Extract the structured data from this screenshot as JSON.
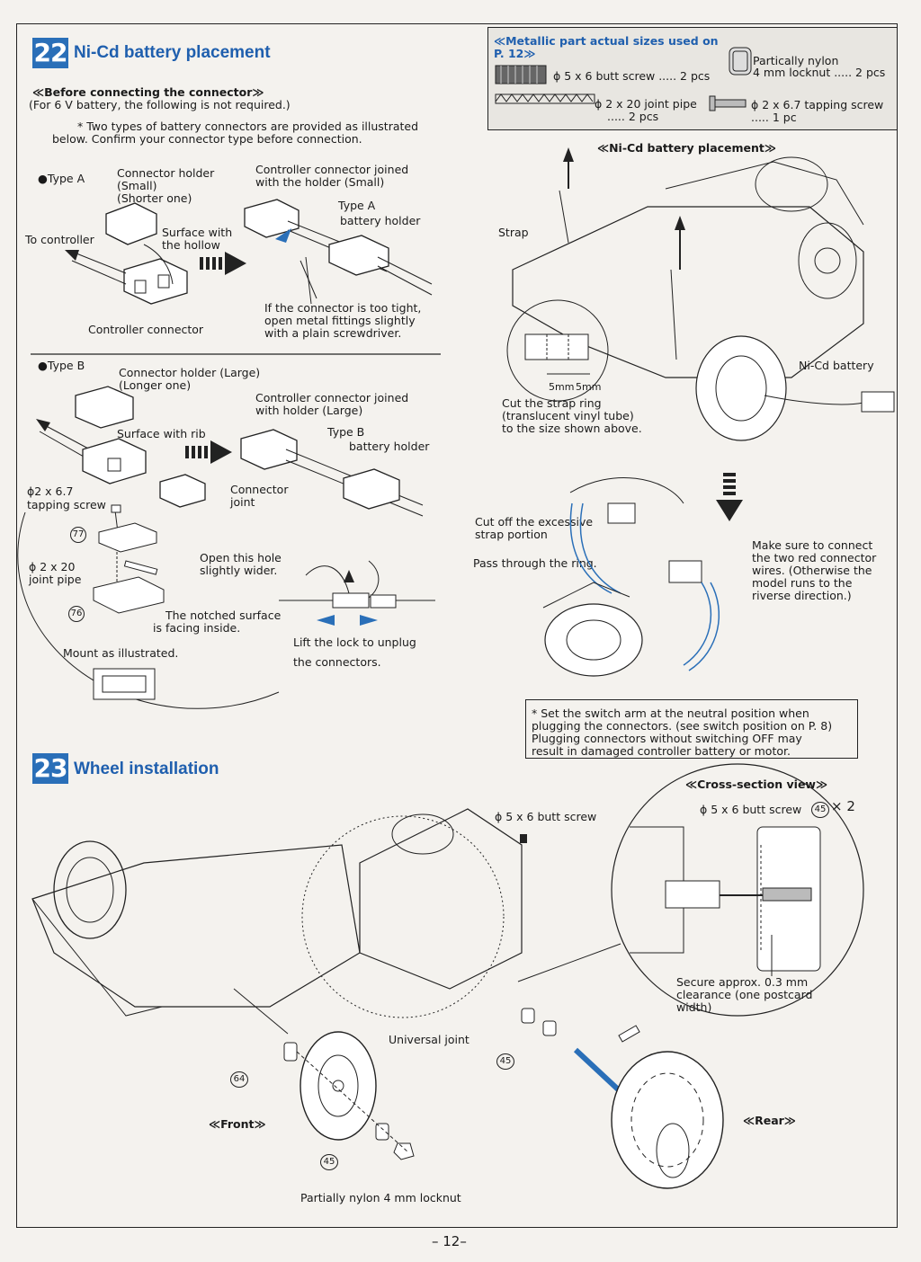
{
  "section22": {
    "number": "22",
    "title": "Ni-Cd battery placement",
    "before_heading": "≪Before connecting the connector≫",
    "before_note": "(For 6 V battery, the following is not required.)",
    "types_note_1": "* Two types of battery connectors are provided as illustrated",
    "types_note_2": "below. Confirm your connector type before connection.",
    "type_a": {
      "label": "●Type A",
      "connector_holder": [
        "Connector holder",
        "(Small)",
        "(Shorter one)"
      ],
      "to_controller": "To controller",
      "surface_with_hollow": [
        "Surface with",
        "the hollow"
      ],
      "controller_connector": "Controller connector",
      "joined": [
        "Controller connector joined",
        "with the holder (Small)"
      ],
      "battery_holder": [
        "Type A",
        "battery holder"
      ],
      "tight_note": [
        "If the connector is too tight,",
        "open metal fittings slightly",
        "with a plain screwdriver."
      ]
    },
    "type_b": {
      "label": "●Type B",
      "connector_holder": [
        "Connector holder (Large)",
        "(Longer one)"
      ],
      "joined": [
        "Controller connector joined",
        "with holder (Large)"
      ],
      "surface_with_rib": "Surface with rib",
      "battery_holder": [
        "Type B",
        "battery holder"
      ],
      "connector_joint": [
        "Connector",
        "joint"
      ]
    },
    "parts_detail": {
      "tapping_screw": [
        "ϕ2 x 6.7",
        "tapping screw"
      ],
      "joint_pipe": [
        "ϕ 2 x 20",
        "joint pipe"
      ],
      "part77": "77",
      "part76": "76",
      "open_hole": [
        "Open this hole",
        "slightly wider."
      ],
      "notched": [
        "The notched surface",
        "is facing inside."
      ],
      "mount": "Mount as illustrated.",
      "lift_lock": "Lift the lock to unplug",
      "the_connectors": "the connectors."
    },
    "metallic_box": {
      "header_1": "≪Metallic part actual sizes used on",
      "header_2": "P. 12≫",
      "butt_screw": "ϕ 5 x 6 butt screw ..... 2 pcs",
      "locknut_1": "Partically nylon",
      "locknut_2": "4 mm locknut ..... 2 pcs",
      "joint_pipe": "ϕ 2 x 20 joint pipe",
      "joint_pipe_qty": "..... 2 pcs",
      "tapping_screw": "ϕ 2 x 6.7 tapping screw",
      "tapping_screw_qty": "..... 1 pc"
    },
    "placement": {
      "heading": "≪Ni-Cd battery placement≫",
      "strap": "Strap",
      "nicd_battery": "Ni-Cd battery",
      "mm5a": "5mm",
      "mm5b": "5mm",
      "cut_ring": [
        "Cut the strap ring",
        "(translucent vinyl tube)",
        "to the size shown above."
      ],
      "cut_excess": [
        "Cut off the excessive",
        "strap portion"
      ],
      "pass_ring": "Pass through the ring.",
      "make_sure": [
        "Make sure to connect",
        "the two red connector",
        "wires. (Otherwise the",
        "model runs to the",
        "riverse direction.)"
      ],
      "switch_note": [
        "* Set the switch arm at the neutral position when",
        "plugging the connectors. (see switch position on P. 8)",
        "Plugging connectors without switching OFF may",
        "result in damaged controller battery or motor."
      ]
    }
  },
  "section23": {
    "number": "23",
    "title": "Wheel installation",
    "butt_screw": "ϕ 5 x 6 butt screw",
    "cross_section": "≪Cross-section view≫",
    "cross_butt": "ϕ 5 x 6 butt screw",
    "part45": "45",
    "times2": "× 2",
    "clearance": [
      "Secure approx. 0.3 mm",
      "clearance (one postcard",
      "width)"
    ],
    "universal_joint": "Universal joint",
    "part64": "64",
    "front": "≪Front≫",
    "rear": "≪Rear≫",
    "locknut": "Partially nylon 4 mm locknut"
  },
  "page_number": "– 12–"
}
